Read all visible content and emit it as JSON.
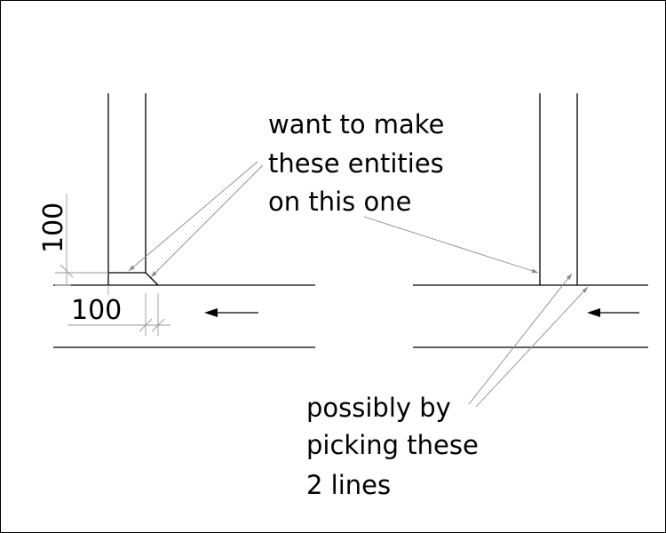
{
  "annotations": {
    "top_note": [
      "want to make",
      "these entities",
      "on this one"
    ],
    "bottom_note": [
      "possibly by",
      "picking these",
      "2 lines"
    ]
  },
  "dimensions": {
    "vertical": "100",
    "horizontal": "100"
  },
  "colors": {
    "line": "#000000",
    "leader": "#8a8a8a",
    "dimension": "#9a9a9a",
    "background": "#ffffff"
  }
}
